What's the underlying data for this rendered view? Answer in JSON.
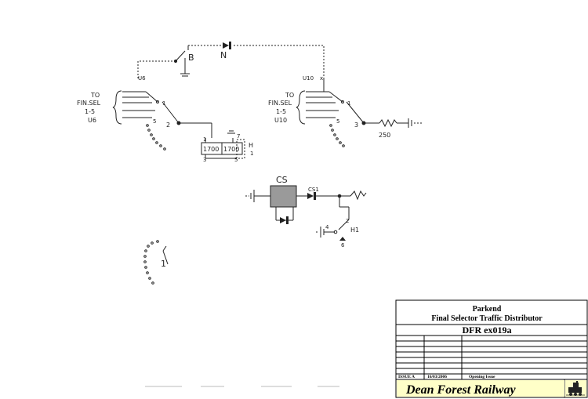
{
  "schematic": {
    "switch_b_label": "B",
    "diode_n_label": "N",
    "u6_header": "U6",
    "u10_header": "U10",
    "selector_left": {
      "label_lines": [
        "TO",
        "FIN.SEL",
        "1-5",
        "U6"
      ],
      "contact_1": "1",
      "contact_5": "5",
      "wiper": "2"
    },
    "selector_right": {
      "label_lines": [
        "TO",
        "FIN.SEL",
        "1-5",
        "U10"
      ],
      "contact_1": "1",
      "contact_5": "5",
      "wiper": "3"
    },
    "resistor_label": "250",
    "relay_coil_left": "1700",
    "relay_coil_right": "1700",
    "relay_pin_tl": "1",
    "relay_pin_tr": "7",
    "relay_pin_bl": "3",
    "relay_pin_br": "5",
    "relay_name_top": "H",
    "relay_name_bot": "1",
    "cs_label": "CS",
    "cs1_label": "CS1",
    "h1_label": "H1",
    "h1_pin_4": "4",
    "h1_pin_2": "2",
    "h1_pin_6": "6",
    "bottom_switch_label": "1"
  },
  "title_block": {
    "station": "Parkend",
    "description": "Final Selector Traffic Distributor",
    "drawing_number": "DFR ex019a",
    "issue": "ISSUE A",
    "date": "16/03/2006",
    "remarks": "Opening Issue",
    "company": "Dean Forest Railway"
  }
}
